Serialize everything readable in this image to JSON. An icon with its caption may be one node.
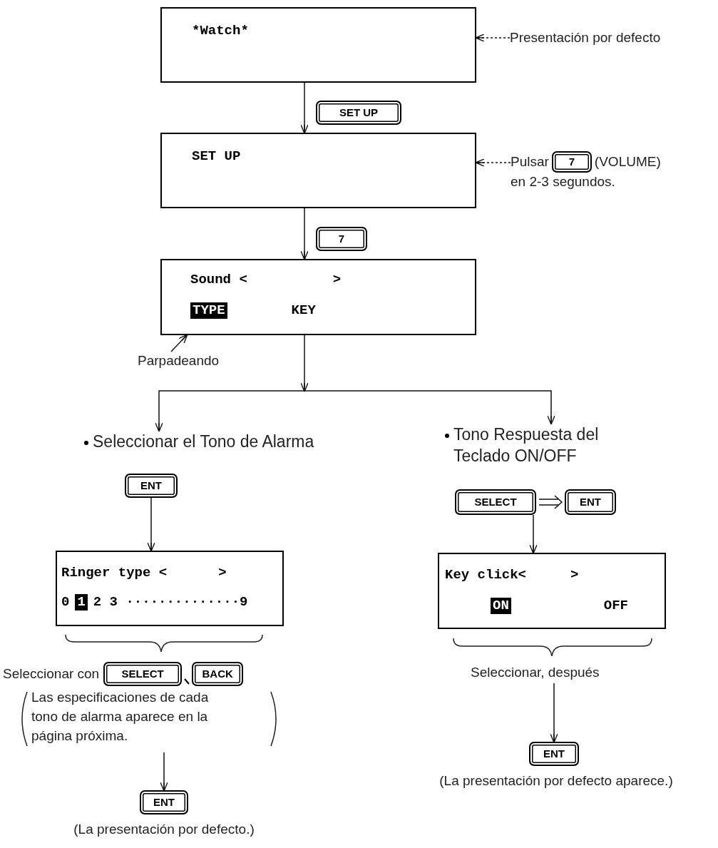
{
  "diagram": {
    "nodes": [
      {
        "text": [
          "*Watch*"
        ]
      },
      {
        "text": [
          "Presentación por defecto"
        ]
      },
      {
        "text": [
          "SET UP"
        ]
      },
      {
        "text": [
          "Pulsar",
          "7",
          "(VOLUME)",
          "en 2-3 segundos."
        ]
      },
      {
        "text": [
          "Sound <",
          ">",
          "TYPE",
          "KEY"
        ]
      },
      {
        "text": [
          "Parpadeando"
        ]
      },
      {
        "text": [
          "Seleccionar el Tono de Alarma"
        ]
      },
      {
        "text": [
          "Tono Respuesta del Teclado ON/OFF"
        ]
      },
      {
        "text": [
          "ENT"
        ]
      },
      {
        "text": [
          "Ringer type <",
          ">",
          "0",
          "1",
          "2 3 ··············9"
        ]
      },
      {
        "text": [
          "Seleccionar con",
          "SELECT",
          "BACK",
          "Las especificaciones de cada tono de alarma aparece en la página próxima."
        ]
      },
      {
        "text": [
          "ENT"
        ],
        "beside": [
          "(La presentación por defecto.)"
        ]
      },
      {
        "text": [
          "SELECT"
        ]
      },
      {
        "text": [
          "ENT"
        ]
      },
      {
        "text": [
          "Key click<",
          ">",
          "ON",
          "OFF"
        ]
      },
      {
        "text": [
          "Seleccionar, después"
        ]
      },
      {
        "text": [
          "ENT"
        ],
        "beside": [
          "(La presentación por defecto aparece.)"
        ]
      }
    ],
    "edges": [
      {
        "from": 1,
        "to": 0,
        "arrow": "to",
        "style": "dashed"
      },
      {
        "from": 0,
        "to": 2,
        "arrow": "to",
        "label": "SET UP"
      },
      {
        "from": 3,
        "to": 2,
        "arrow": "to",
        "style": "dashed"
      },
      {
        "from": 2,
        "to": 4,
        "arrow": "to",
        "label": "7"
      },
      {
        "from": 5,
        "to": 4,
        "arrow": "to"
      },
      {
        "from": 4,
        "to": 6,
        "arrow": "to"
      },
      {
        "from": 4,
        "to": 7,
        "arrow": "to"
      },
      {
        "from": 8,
        "to": 9,
        "arrow": "to"
      },
      {
        "from": 10,
        "to": 11,
        "arrow": "to"
      },
      {
        "from": 12,
        "to": 13,
        "arrow": "to"
      },
      {
        "from": 12,
        "to": 14,
        "arrow": "to"
      },
      {
        "from": 15,
        "to": 16,
        "arrow": "to"
      }
    ]
  }
}
